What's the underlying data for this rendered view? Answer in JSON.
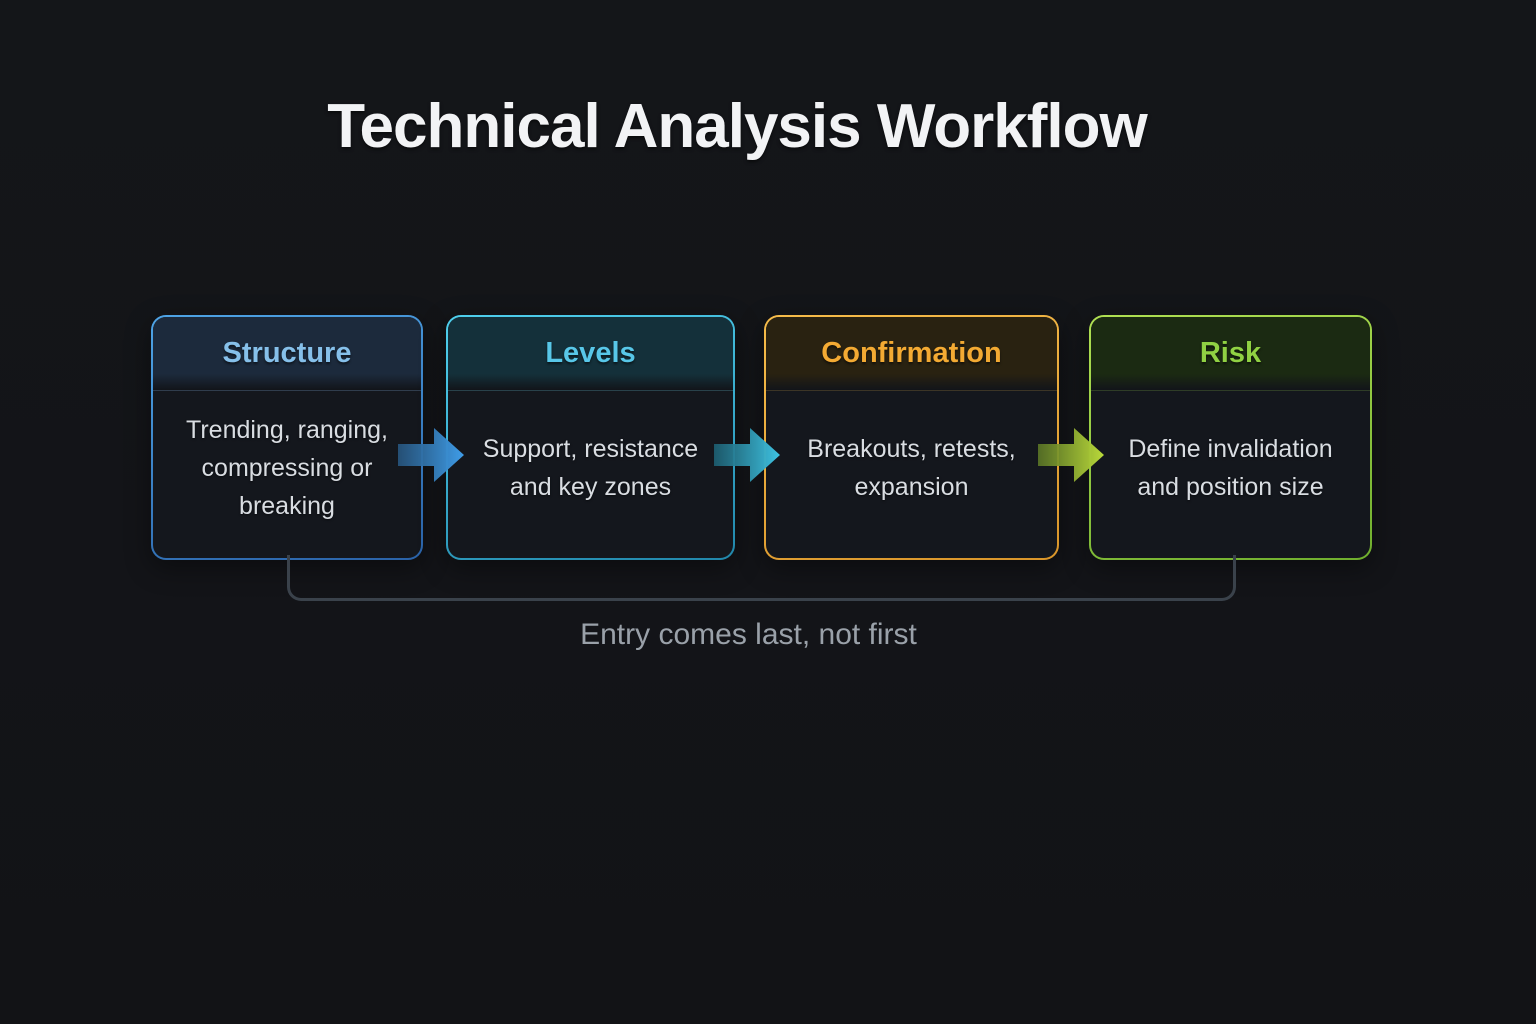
{
  "title": "Technical Analysis Workflow",
  "caption": "Entry comes last, not first",
  "background_color": "#141619",
  "steps": [
    {
      "label": "Structure",
      "description": "Trending, ranging, compressing or breaking",
      "accent": "#86c0ea",
      "border_from": "#4ea4e6",
      "border_to": "#2a62a8",
      "header_bg": "#1c2a3c"
    },
    {
      "label": "Levels",
      "description": "Support, resistance and key zones",
      "accent": "#58c7e8",
      "border_from": "#4fd0ee",
      "border_to": "#2187ab",
      "header_bg": "#14303a"
    },
    {
      "label": "Confirmation",
      "description": "Breakouts, retests, expansion",
      "accent": "#f3aa33",
      "border_from": "#f6bc4a",
      "border_to": "#d9952a",
      "header_bg": "#292211"
    },
    {
      "label": "Risk",
      "description": "Define invalidation and position size",
      "accent": "#90d143",
      "border_from": "#b0e052",
      "border_to": "#6fae2e",
      "header_bg": "#1b2a12"
    }
  ],
  "arrows": [
    {
      "name": "structure-to-levels",
      "from": "#27557e",
      "to": "#3f9de9"
    },
    {
      "name": "levels-to-confirmation",
      "from": "#1d5f72",
      "to": "#3ec3e2"
    },
    {
      "name": "confirmation-to-risk",
      "from": "#5a7526",
      "to": "#bada3a"
    }
  ],
  "bracket_color": "#3a424b",
  "title_color": "#f2f3f5",
  "body_text_color": "#d9dde2",
  "caption_color": "#9aa1a9"
}
